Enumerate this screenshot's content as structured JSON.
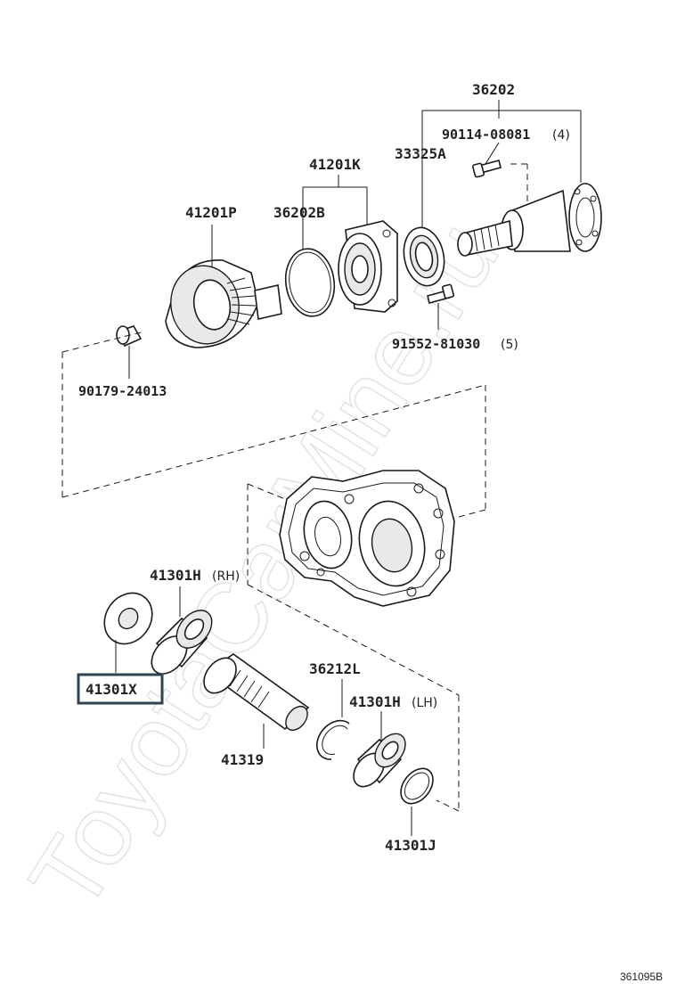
{
  "watermark": "ToyotaCarMine.ru",
  "figure_ref": "361095B",
  "labels": {
    "p36202": "36202",
    "p90114": "90114-08081",
    "p90114_qty": "(4)",
    "p33325A": "33325A",
    "p41201K": "41201K",
    "p41201P": "41201P",
    "p36202B": "36202B",
    "p91552": "91552-81030",
    "p91552_qty": "(5)",
    "p90179": "90179-24013",
    "p41301H_rh": "41301H",
    "p41301H_rh_side": "(RH)",
    "p41301X": "41301X",
    "p36212L": "36212L",
    "p41301H_lh": "41301H",
    "p41301H_lh_side": "(LH)",
    "p41319": "41319",
    "p41301J": "41301J"
  }
}
